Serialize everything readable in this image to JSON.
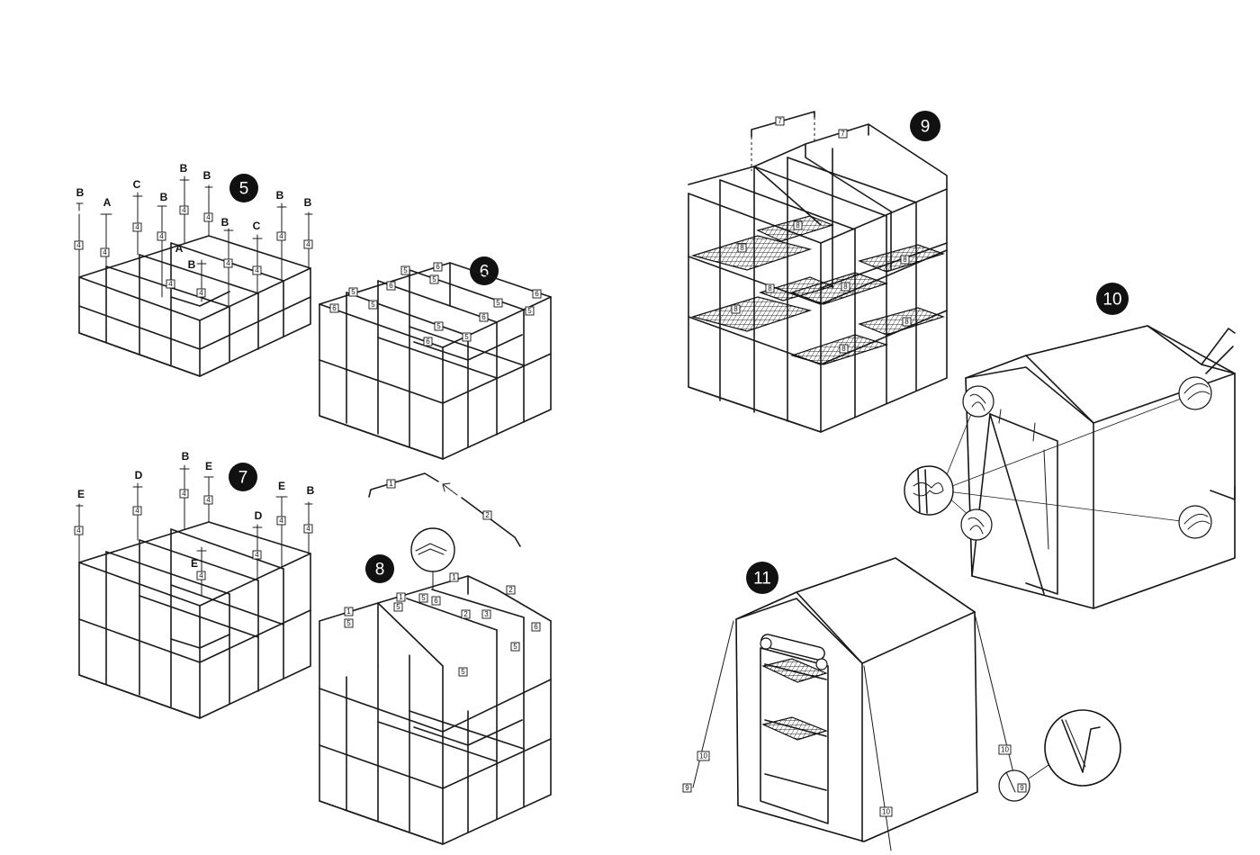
{
  "steps": {
    "s5": "5",
    "s6": "6",
    "s7": "7",
    "s8": "8",
    "s9": "9",
    "s10": "10",
    "s11": "11"
  },
  "step5_connectors": [
    "B",
    "A",
    "C",
    "B",
    "B",
    "B",
    "A",
    "B",
    "B",
    "C",
    "B",
    "B"
  ],
  "step5_pipe_tag": "4",
  "step6_tags": [
    "5",
    "6"
  ],
  "step7_connectors": [
    "E",
    "D",
    "B",
    "E",
    "E",
    "D",
    "E",
    "B"
  ],
  "step7_pipe_tag": "4",
  "step8_tags": [
    "1",
    "2",
    "3",
    "5",
    "6"
  ],
  "step9_tags": [
    "7",
    "8"
  ],
  "step11_tags": [
    "9",
    "10"
  ],
  "icons": [
    "arrow-icon",
    "magnifier-icon",
    "stake-icon",
    "tie-icon"
  ]
}
